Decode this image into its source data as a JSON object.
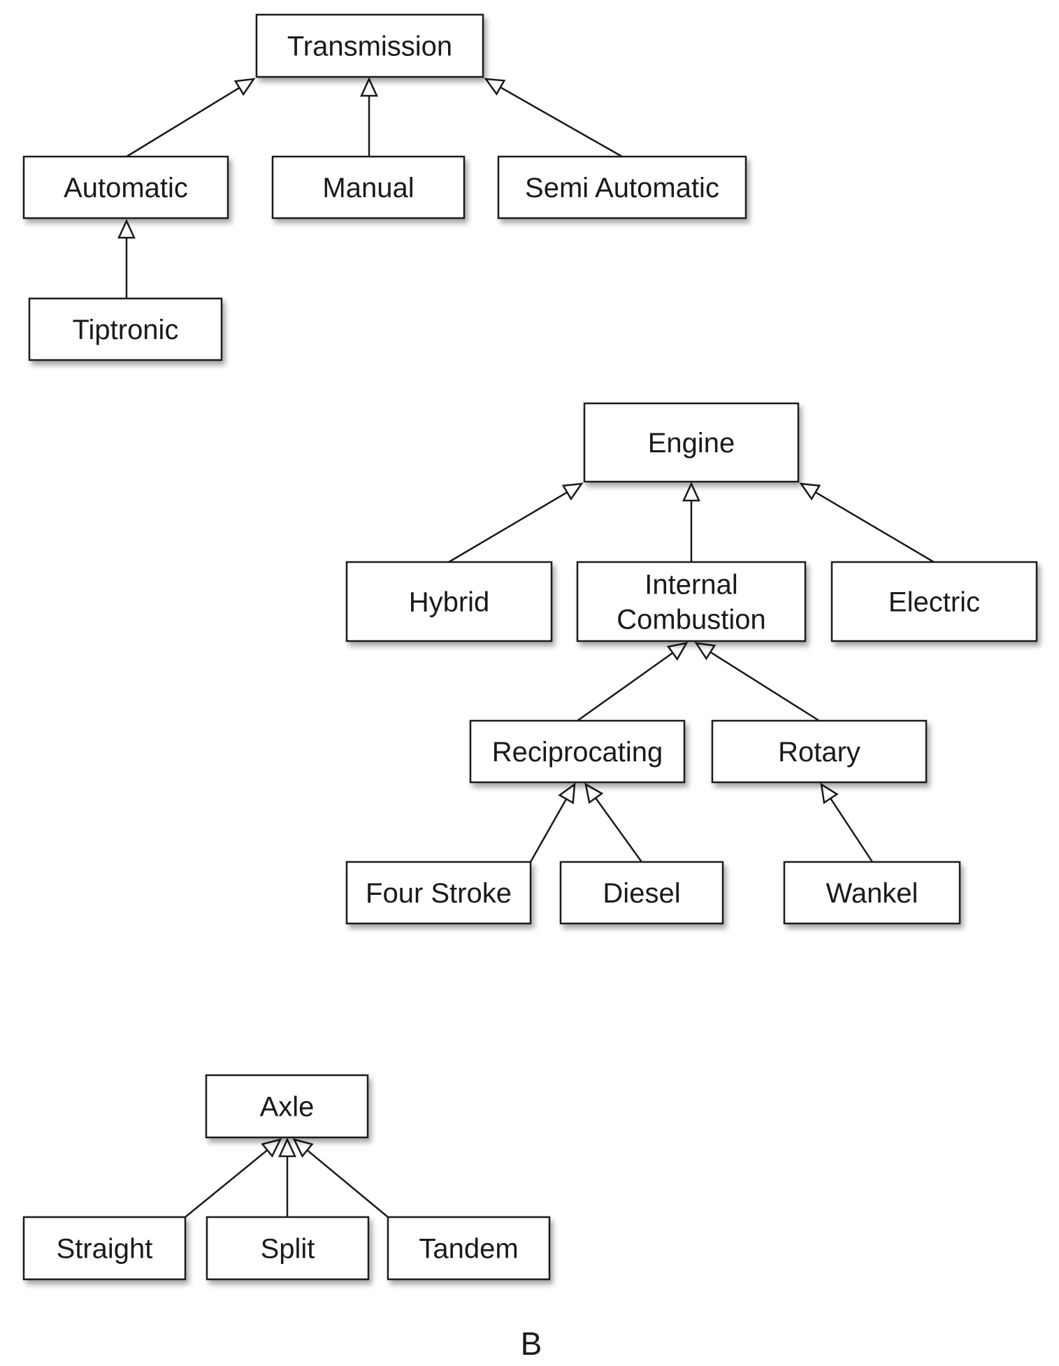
{
  "nodes": [
    {
      "id": "transmission",
      "label": [
        "Transmission"
      ]
    },
    {
      "id": "automatic",
      "label": [
        "Automatic"
      ]
    },
    {
      "id": "manual",
      "label": [
        "Manual"
      ]
    },
    {
      "id": "semi_automatic",
      "label": [
        "Semi Automatic"
      ]
    },
    {
      "id": "tiptronic",
      "label": [
        "Tiptronic"
      ]
    },
    {
      "id": "engine",
      "label": [
        "Engine"
      ]
    },
    {
      "id": "hybrid",
      "label": [
        "Hybrid"
      ]
    },
    {
      "id": "internal_combustion",
      "label": [
        "Internal",
        "Combustion"
      ]
    },
    {
      "id": "electric",
      "label": [
        "Electric"
      ]
    },
    {
      "id": "reciprocating",
      "label": [
        "Reciprocating"
      ]
    },
    {
      "id": "rotary",
      "label": [
        "Rotary"
      ]
    },
    {
      "id": "four_stroke",
      "label": [
        "Four Stroke"
      ]
    },
    {
      "id": "diesel",
      "label": [
        "Diesel"
      ]
    },
    {
      "id": "wankel",
      "label": [
        "Wankel"
      ]
    },
    {
      "id": "axle",
      "label": [
        "Axle"
      ]
    },
    {
      "id": "straight",
      "label": [
        "Straight"
      ]
    },
    {
      "id": "split",
      "label": [
        "Split"
      ]
    },
    {
      "id": "tandem",
      "label": [
        "Tandem"
      ]
    }
  ],
  "edges": [
    {
      "from": "automatic",
      "to": "transmission"
    },
    {
      "from": "manual",
      "to": "transmission"
    },
    {
      "from": "semi_automatic",
      "to": "transmission"
    },
    {
      "from": "tiptronic",
      "to": "automatic"
    },
    {
      "from": "hybrid",
      "to": "engine"
    },
    {
      "from": "internal_combustion",
      "to": "engine"
    },
    {
      "from": "electric",
      "to": "engine"
    },
    {
      "from": "reciprocating",
      "to": "internal_combustion"
    },
    {
      "from": "rotary",
      "to": "internal_combustion"
    },
    {
      "from": "four_stroke",
      "to": "reciprocating"
    },
    {
      "from": "diesel",
      "to": "reciprocating"
    },
    {
      "from": "wankel",
      "to": "rotary"
    },
    {
      "from": "straight",
      "to": "axle"
    },
    {
      "from": "split",
      "to": "axle"
    },
    {
      "from": "tandem",
      "to": "axle"
    }
  ],
  "relationship": "generalization",
  "caption": "B"
}
